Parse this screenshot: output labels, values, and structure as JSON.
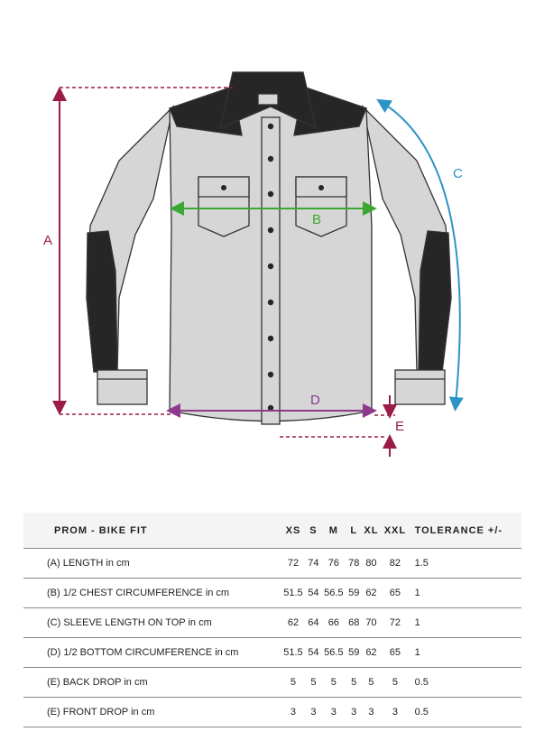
{
  "diagram": {
    "labels": {
      "a": "A",
      "b": "B",
      "c": "C",
      "d": "D",
      "e": "E"
    },
    "colors": {
      "length": "#9b1c45",
      "chest": "#3aa832",
      "sleeve": "#2c93c6",
      "bottom": "#8e3a8c",
      "drop": "#9b1c45",
      "shirt_body": "#d6d6d6",
      "shirt_dark": "#262626"
    }
  },
  "table": {
    "title": "PROM - BIKE FIT",
    "sizes": [
      "XS",
      "S",
      "M",
      "L",
      "XL",
      "XXL"
    ],
    "tolerance_header": "TOLERANCE +/-",
    "rows": [
      {
        "measure": "(A) LENGTH in cm",
        "values": [
          "72",
          "74",
          "76",
          "78",
          "80",
          "82"
        ],
        "tolerance": "1.5"
      },
      {
        "measure": "(B) 1/2 CHEST CIRCUMFERENCE in cm",
        "values": [
          "51.5",
          "54",
          "56.5",
          "59",
          "62",
          "65"
        ],
        "tolerance": "1"
      },
      {
        "measure": "(C) SLEEVE LENGTH ON TOP in cm",
        "values": [
          "62",
          "64",
          "66",
          "68",
          "70",
          "72"
        ],
        "tolerance": "1"
      },
      {
        "measure": "(D) 1/2 BOTTOM CIRCUMFERENCE in cm",
        "values": [
          "51.5",
          "54",
          "56.5",
          "59",
          "62",
          "65"
        ],
        "tolerance": "1"
      },
      {
        "measure": "(E) BACK DROP in cm",
        "values": [
          "5",
          "5",
          "5",
          "5",
          "5",
          "5"
        ],
        "tolerance": "0.5"
      },
      {
        "measure": "(E) FRONT DROP in cm",
        "values": [
          "3",
          "3",
          "3",
          "3",
          "3",
          "3"
        ],
        "tolerance": "0.5"
      }
    ]
  }
}
